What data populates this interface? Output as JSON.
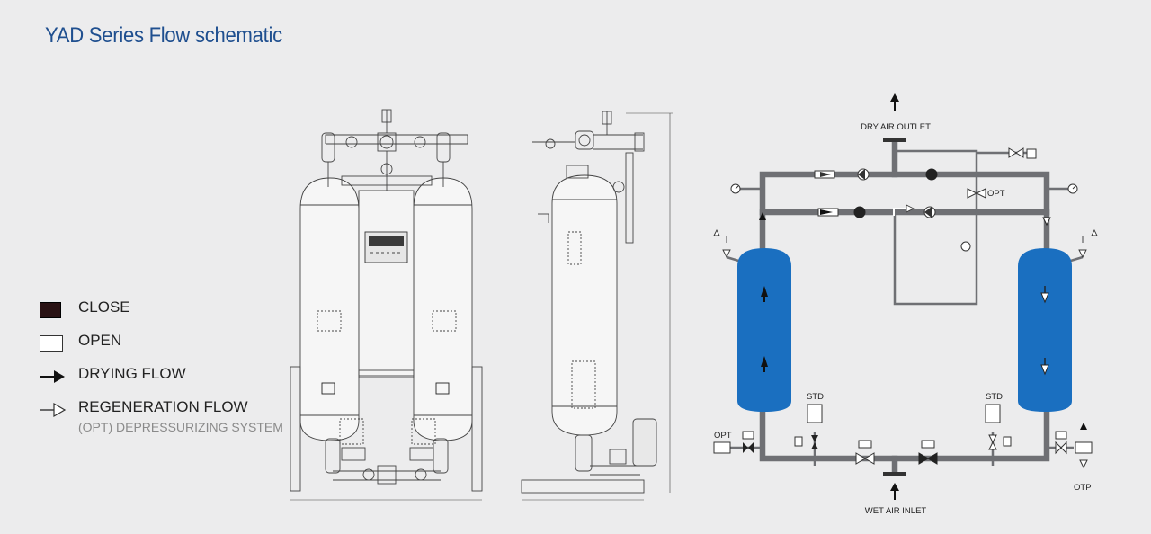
{
  "title": "YAD Series Flow schematic",
  "legend": {
    "close": "CLOSE",
    "open": "OPEN",
    "drying_flow": "DRYING FLOW",
    "regeneration_flow": "REGENERATION FLOW",
    "depressurizing": "(OPT) DEPRESSURIZING SYSTEM"
  },
  "schematic": {
    "dry_air_outlet": "DRY AIR OUTLET",
    "wet_air_inlet": "WET AIR INLET",
    "opt": "OPT",
    "opt_left": "OPT",
    "std_left": "STD",
    "std_right": "STD",
    "otp": "OTP"
  },
  "colors": {
    "title": "#1f4f8f",
    "pipe": "#6f7074",
    "tower": "#1a6fc0",
    "background": "#ececed"
  }
}
